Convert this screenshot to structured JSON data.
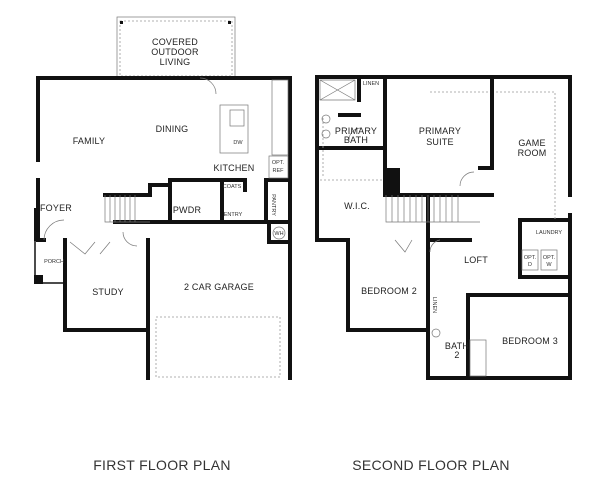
{
  "first_floor": {
    "title": "FIRST FLOOR PLAN",
    "rooms": {
      "covered_1": "COVERED",
      "covered_2": "OUTDOOR",
      "covered_3": "LIVING",
      "family": "FAMILY",
      "dining": "DINING",
      "dw": "DW",
      "kitchen": "KITCHEN",
      "opt_ref_1": "OPT.",
      "opt_ref_2": "REF",
      "coats": "COATS",
      "pwdr": "PWDR",
      "entry": "ENTRY",
      "pantry": "PANTRY",
      "foyer": "FOYER",
      "wh": "WH",
      "porch": "PORCH",
      "study": "STUDY",
      "garage": "2 CAR GARAGE"
    }
  },
  "second_floor": {
    "title": "SECOND FLOOR PLAN",
    "rooms": {
      "linen_1": "LINEN",
      "primary_bath_1": "PRIMARY",
      "primary_bath_2": "BATH",
      "primary_suite_1": "PRIMARY",
      "primary_suite_2": "SUITE",
      "game_1": "GAME",
      "game_2": "ROOM",
      "wic": "W.I.C.",
      "laundry": "LAUNDRY",
      "opt_d_1": "OPT.",
      "opt_d_2": "D",
      "opt_w_1": "OPT.",
      "opt_w_2": "W",
      "loft": "LOFT",
      "bedroom2": "BEDROOM 2",
      "linen_2": "LINEN",
      "bath2_1": "BATH",
      "bath2_2": "2",
      "bedroom3": "BEDROOM 3"
    }
  }
}
